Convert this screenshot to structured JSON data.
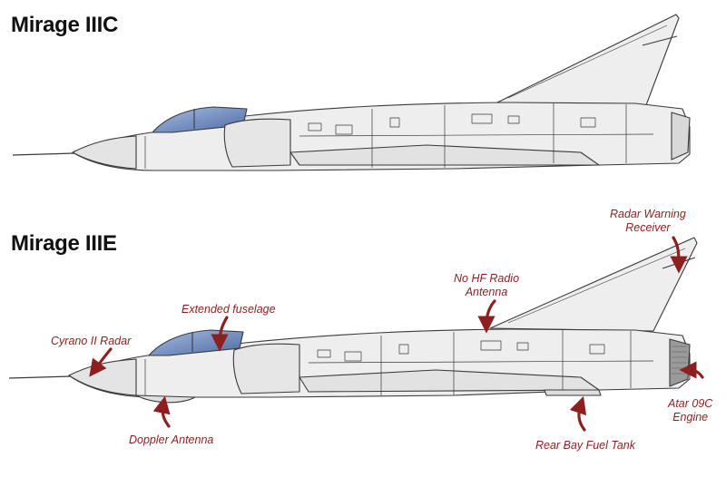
{
  "aircraft": [
    {
      "name": "Mirage IIIC"
    },
    {
      "name": "Mirage IIIE"
    }
  ],
  "callouts": {
    "radar_warning": [
      "Radar Warning",
      "Receiver"
    ],
    "no_hf_radio": [
      "No HF Radio",
      "Antenna"
    ],
    "extended_fuselage": [
      "Extended fuselage"
    ],
    "cyrano_radar": [
      "Cyrano II Radar"
    ],
    "atar_engine": [
      "Atar 09C",
      "Engine"
    ],
    "doppler_antenna": [
      "Doppler Antenna"
    ],
    "rear_fuel_tank": [
      "Rear Bay Fuel Tank"
    ]
  },
  "colors": {
    "outline": "#3a3a3a",
    "fill": "#eeeeee",
    "canopy": "#7a94c4",
    "callout": "#8e1f1f"
  }
}
